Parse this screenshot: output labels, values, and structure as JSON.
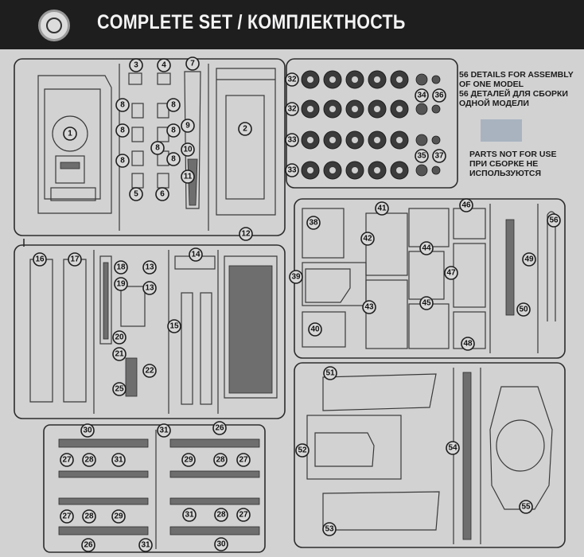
{
  "header": {
    "title": "COMPLETE SET / КОМПЛЕКТНОСТЬ"
  },
  "notes": {
    "assembly_lines": [
      "56 DETAILS FOR ASSEMBLY",
      "OF ONE MODEL",
      "56 ДЕТАЛЕЙ ДЛЯ СБОРКИ",
      "ОДНОЙ МОДЕЛИ"
    ],
    "unused_lines": [
      "PARTS NOT FOR USE",
      "ПРИ СБОРКЕ НЕ",
      "ИСПОЛЬЗУЮТСЯ"
    ]
  },
  "colors": {
    "header_bg": "#1e1e1f",
    "sheet_bg": "#d2d2d3",
    "unused_parts_swatch": "#a9b3c0"
  },
  "part_labels": [
    "1",
    "2",
    "3",
    "4",
    "5",
    "6",
    "7",
    "8",
    "8",
    "8",
    "8",
    "8",
    "8",
    "8",
    "9",
    "10",
    "11",
    "12",
    "32",
    "32",
    "33",
    "33",
    "34",
    "35",
    "36",
    "37",
    "16",
    "17",
    "18",
    "19",
    "13",
    "13",
    "14",
    "15",
    "20",
    "21",
    "22",
    "25",
    "38",
    "39",
    "40",
    "41",
    "42",
    "43",
    "44",
    "45",
    "46",
    "47",
    "48",
    "49",
    "50",
    "56",
    "51",
    "52",
    "53",
    "54",
    "55",
    "30",
    "31",
    "26",
    "27",
    "28",
    "31",
    "29",
    "28",
    "27",
    "27",
    "28",
    "29",
    "31",
    "28",
    "27",
    "26",
    "31",
    "30"
  ]
}
